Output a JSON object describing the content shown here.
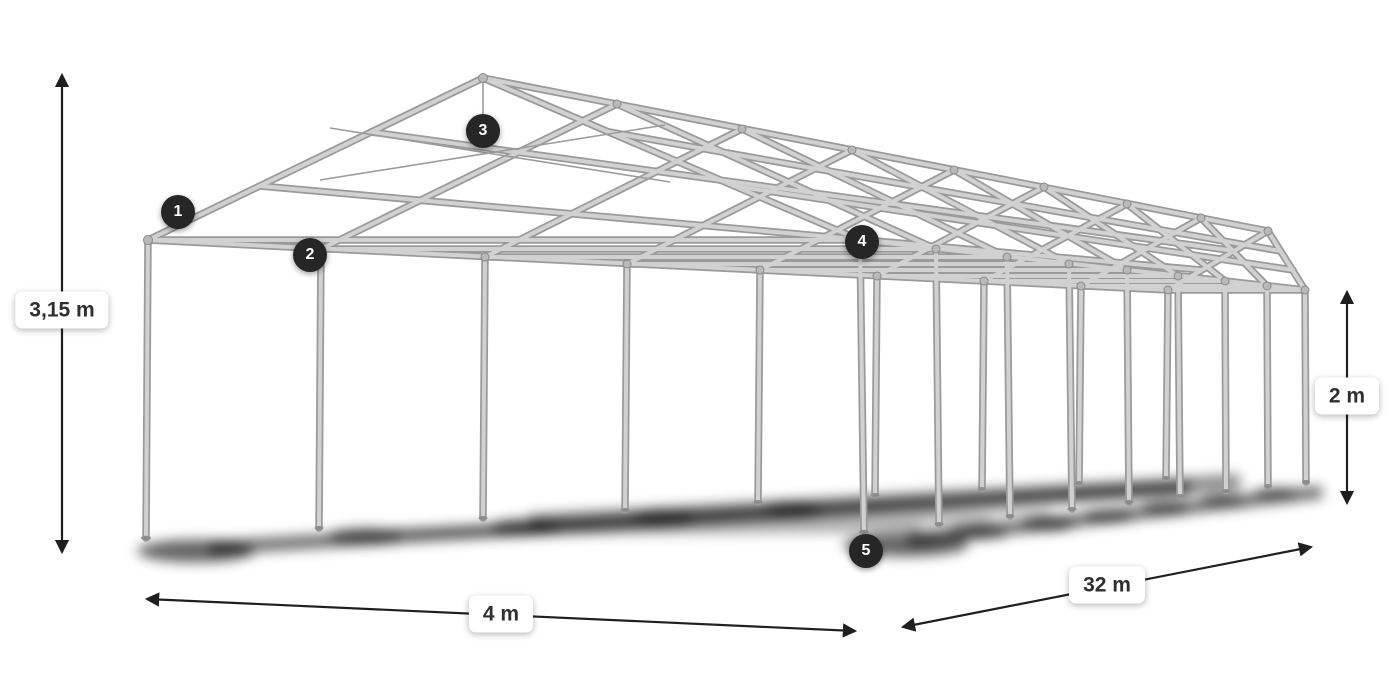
{
  "diagram": {
    "dimensions": {
      "total_height": "3,15 m",
      "side_height": "2 m",
      "width": "4 m",
      "length": "32 m"
    },
    "markers": [
      "1",
      "2",
      "3",
      "4",
      "5"
    ],
    "colors": {
      "frame_tube": "#9a9a9a",
      "frame_highlight": "#d1d1d1",
      "marker_bg": "#262626",
      "marker_text": "#ffffff",
      "label_bg": "#ffffff",
      "label_text": "#2f2f2f",
      "dimension_line": "#1f1f1f",
      "shadow": "#000000"
    }
  }
}
